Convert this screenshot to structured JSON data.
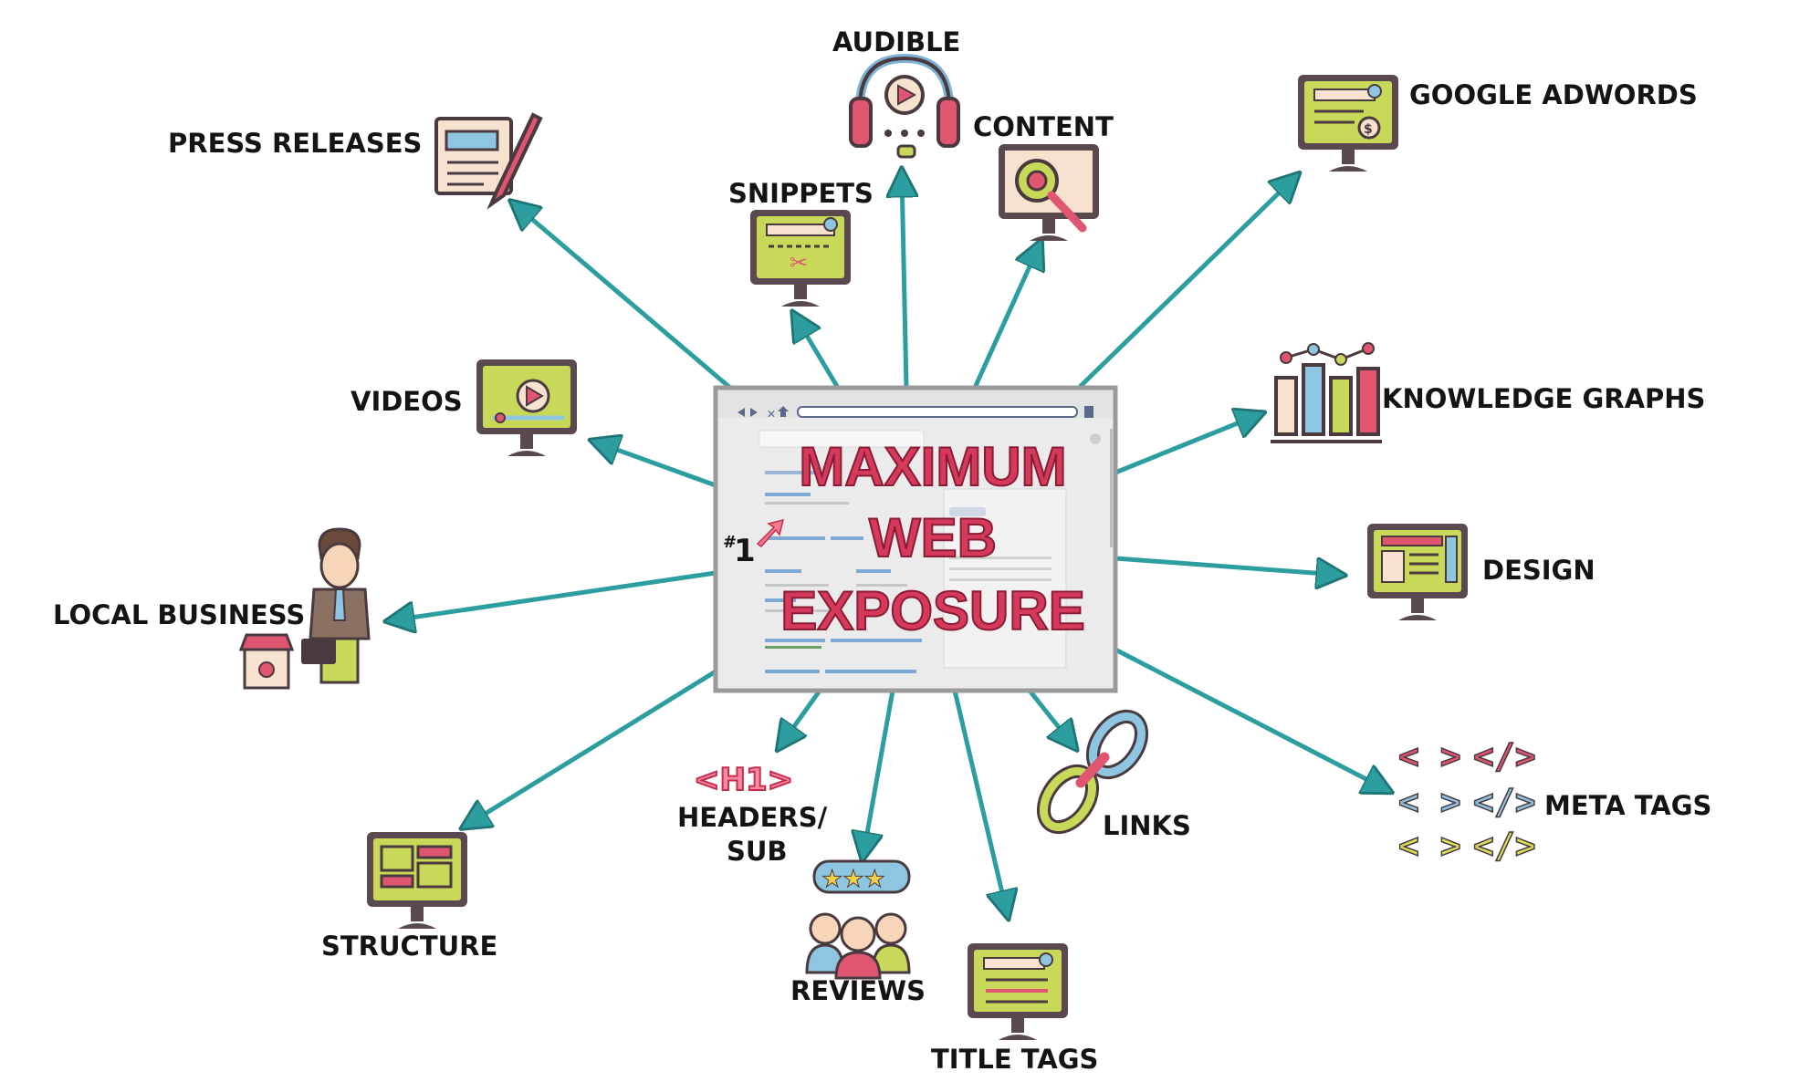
{
  "center": {
    "rank_mark": "#",
    "rank_number": "1",
    "title_line1": "MAXIMUM",
    "title_line2": "WEB",
    "title_line3": "EXPOSURE"
  },
  "labels": {
    "audible": "AUDIBLE",
    "content": "CONTENT",
    "snippets": "SNIPPETS",
    "press_releases": "PRESS RELEASES",
    "google_adwords": "GOOGLE ADWORDS",
    "knowledge_graphs": "KNOWLEDGE GRAPHS",
    "videos": "VIDEOS",
    "design": "DESIGN",
    "local_business": "LOCAL BUSINESS",
    "meta_tags": "META TAGS",
    "headers_line1": "HEADERS/",
    "headers_line2": "SUB",
    "links": "LINKS",
    "structure": "STRUCTURE",
    "reviews": "REVIEWS",
    "title_tags": "TITLE TAGS"
  },
  "glyphs": {
    "h1_tag": "<H1>",
    "open_close": "< >",
    "close_tag": "</>"
  },
  "colors": {
    "arrow": "#2d9ea0",
    "accent_red": "#d63a5a",
    "screen_green": "#c8d95a",
    "outline": "#4a3a40",
    "code_red": "#e0556f",
    "code_blue": "#8ec5e0",
    "code_yellow": "#d6e05a"
  },
  "icons": {
    "audible": "headphones-play-icon",
    "content": "monitor-magnifier-icon",
    "snippets": "monitor-scissors-icon",
    "press_releases": "document-pen-icon",
    "google_adwords": "monitor-ad-icon",
    "knowledge_graphs": "bar-chart-icon",
    "videos": "monitor-video-icon",
    "design": "monitor-layout-icon",
    "local_business": "businessman-store-icon",
    "meta_tags": "code-brackets-icon",
    "headers": "h1-tag-icon",
    "links": "chain-link-icon",
    "structure": "monitor-grid-icon",
    "reviews": "people-stars-icon",
    "title_tags": "monitor-title-icon"
  }
}
